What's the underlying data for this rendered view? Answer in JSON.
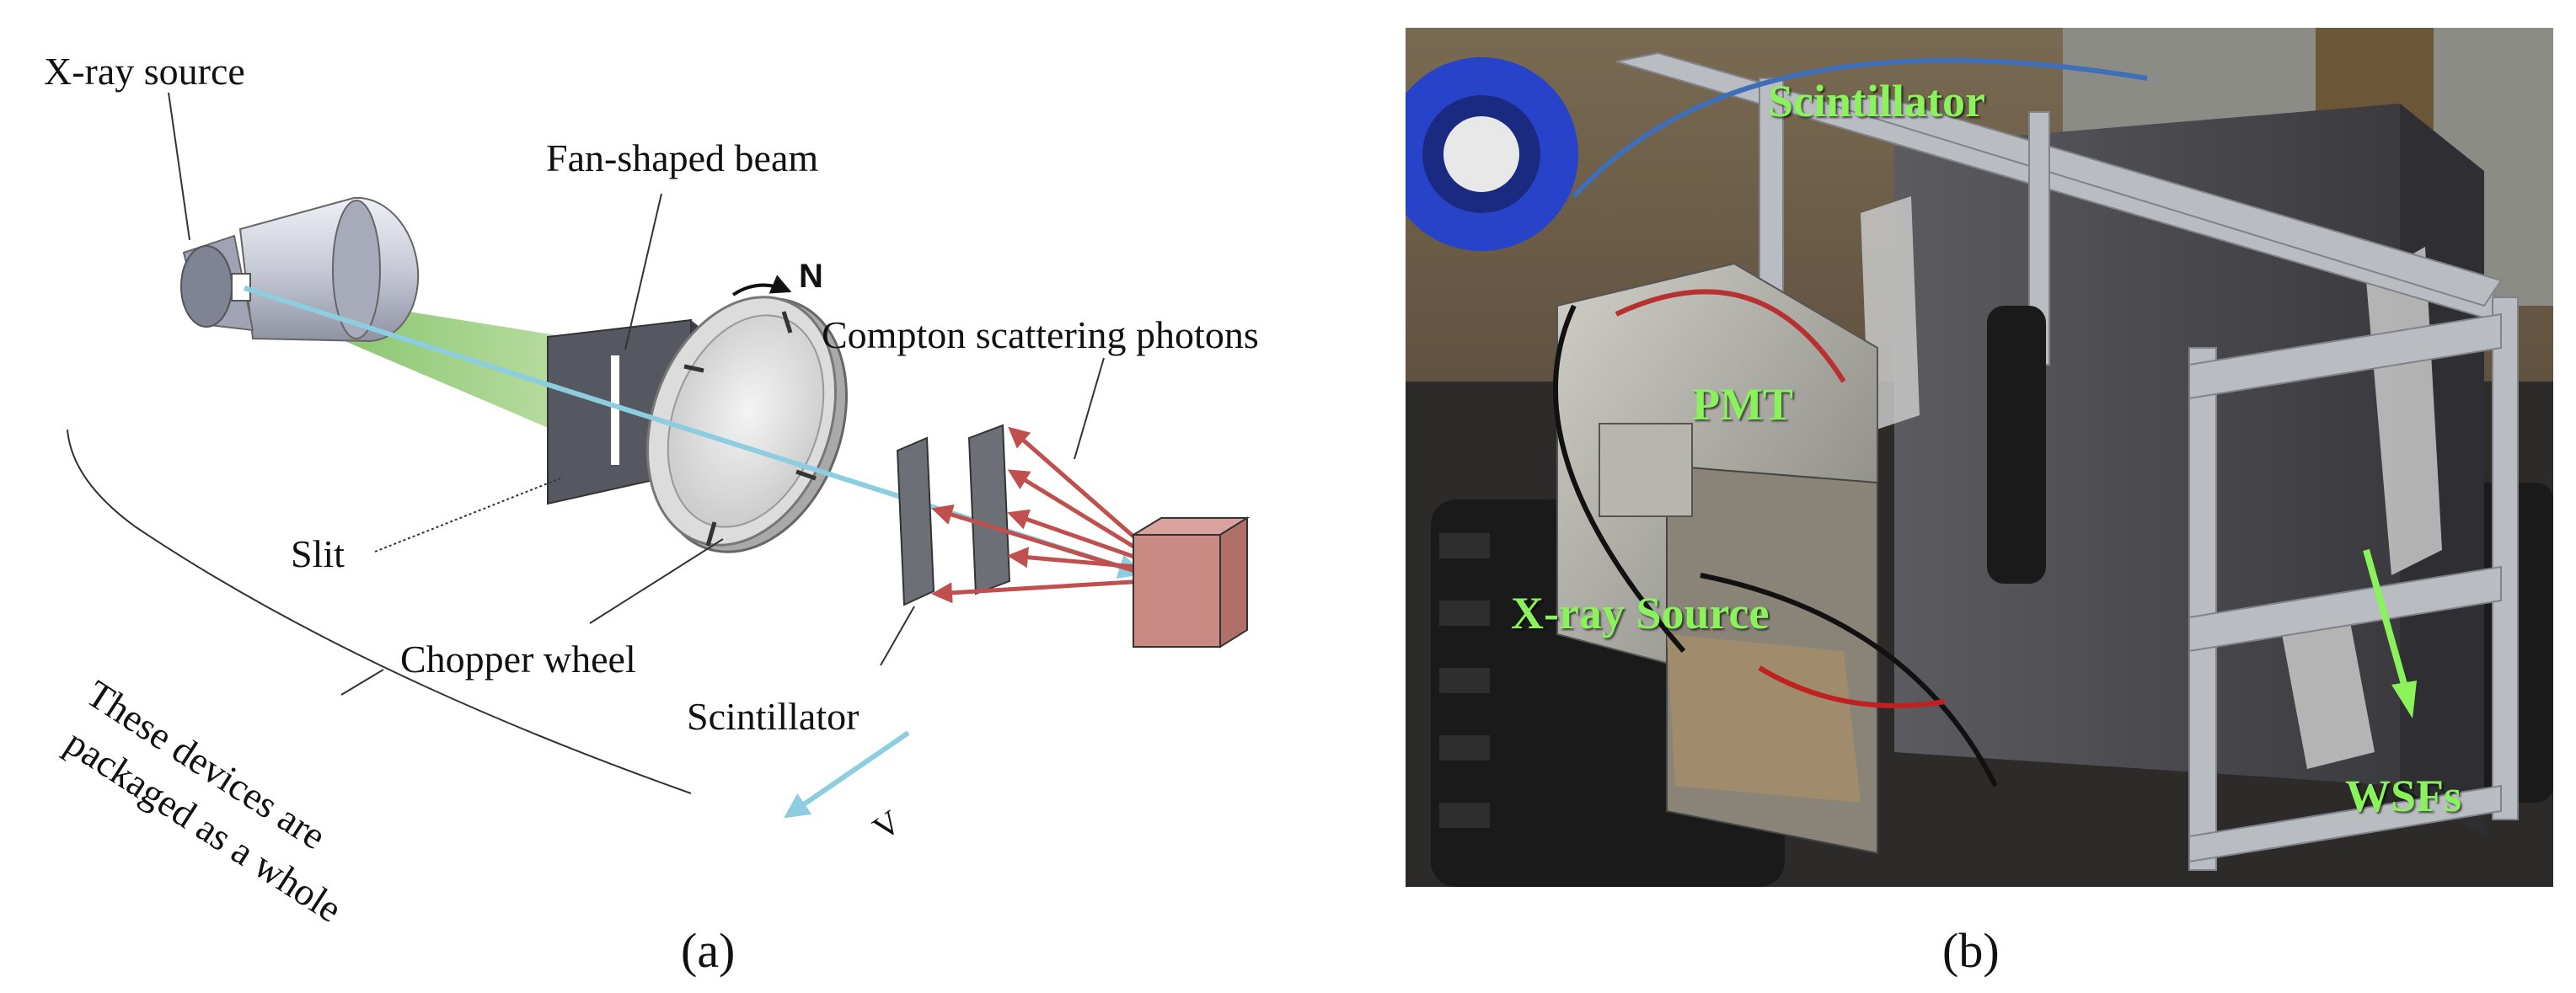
{
  "panel_a": {
    "labels": {
      "xray_source": "X-ray source",
      "fan_beam": "Fan-shaped beam",
      "rotation": "N",
      "compton": "Compton scattering photons",
      "slit": "Slit",
      "chopper": "Chopper wheel",
      "scintillator": "Scintillator",
      "velocity": "V",
      "packaged_line1": "These devices are",
      "packaged_line2": "packaged as a whole"
    },
    "caption": "(a)"
  },
  "panel_b": {
    "labels": {
      "scintillator": "Scintillator",
      "pmt": "PMT",
      "xray_source": "X-ray Source",
      "wsfs": "WSFs"
    },
    "caption": "(b)"
  },
  "colors": {
    "beam": "#8dc56a",
    "ray_cyan": "#8ccde0",
    "scatter_red": "#c0504d",
    "target": "#c98a84",
    "photo_label": "#8af25a"
  }
}
